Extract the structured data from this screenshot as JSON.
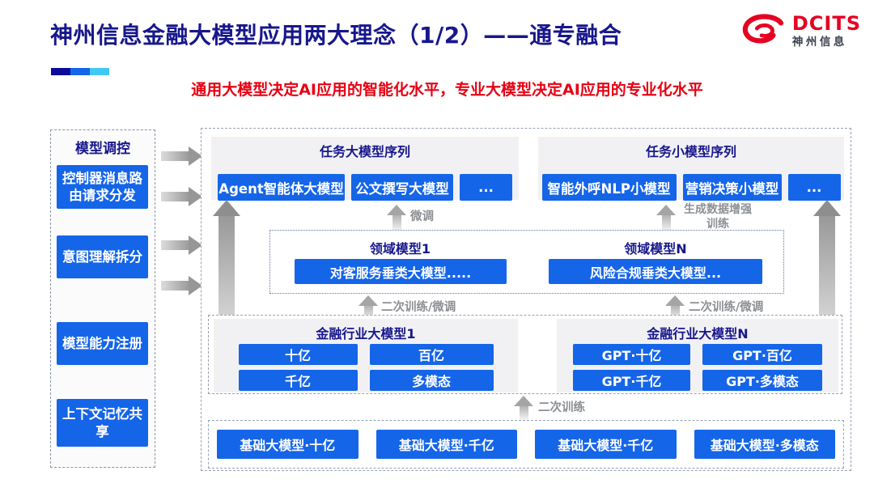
{
  "header": {
    "title": "神州信息金融大模型应用两大理念（1/2）——通专融合",
    "subtitle": "通用大模型决定AI应用的智能化水平，专业大模型决定AI应用的专业化水平",
    "logo_brand": "DCITS",
    "logo_cn": "神州信息"
  },
  "sidebar": {
    "title": "模型调控",
    "items": [
      "控制器消息路由请求分发",
      "意图理解拆分",
      "模型能力注册",
      "上下文记忆共享"
    ]
  },
  "diagram": {
    "task_large": {
      "title": "任务大模型序列",
      "items": [
        "Agent智能体大模型",
        "公文撰写大模型",
        "..."
      ]
    },
    "task_small": {
      "title": "任务小模型序列",
      "items": [
        "智能外呼NLP小模型",
        "营销决策小模型",
        "..."
      ]
    },
    "labels": {
      "fine_tune": "微调",
      "augment": "生成数据增强训练",
      "retrain_left": "二次训练/微调",
      "retrain_right": "二次训练/微调",
      "retrain_bottom": "二次训练"
    },
    "domain_left": {
      "title": "领域模型1",
      "model": "对客服务垂类大模型....."
    },
    "domain_right": {
      "title": "领域模型N",
      "model": "风险合规垂类大模型..."
    },
    "industry_left": {
      "title": "金融行业大模型1",
      "models": [
        "十亿",
        "百亿",
        "千亿",
        "多模态"
      ]
    },
    "industry_right": {
      "title": "金融行业大模型N",
      "models": [
        "GPT·十亿",
        "GPT·百亿",
        "GPT·千亿",
        "GPT·多模态"
      ]
    },
    "foundation": {
      "models": [
        "基础大模型·十亿",
        "基础大模型·千亿",
        "基础大模型·千亿",
        "基础大模型·多模态"
      ]
    }
  },
  "colors": {
    "title_navy": "#17178c",
    "subtitle_red": "#e60012",
    "button_blue": "#1565e8",
    "logo_red": "#e60021",
    "accent_dark": "#0b0b9b",
    "accent_blue": "#1565e8",
    "accent_cyan": "#41c8f4"
  }
}
